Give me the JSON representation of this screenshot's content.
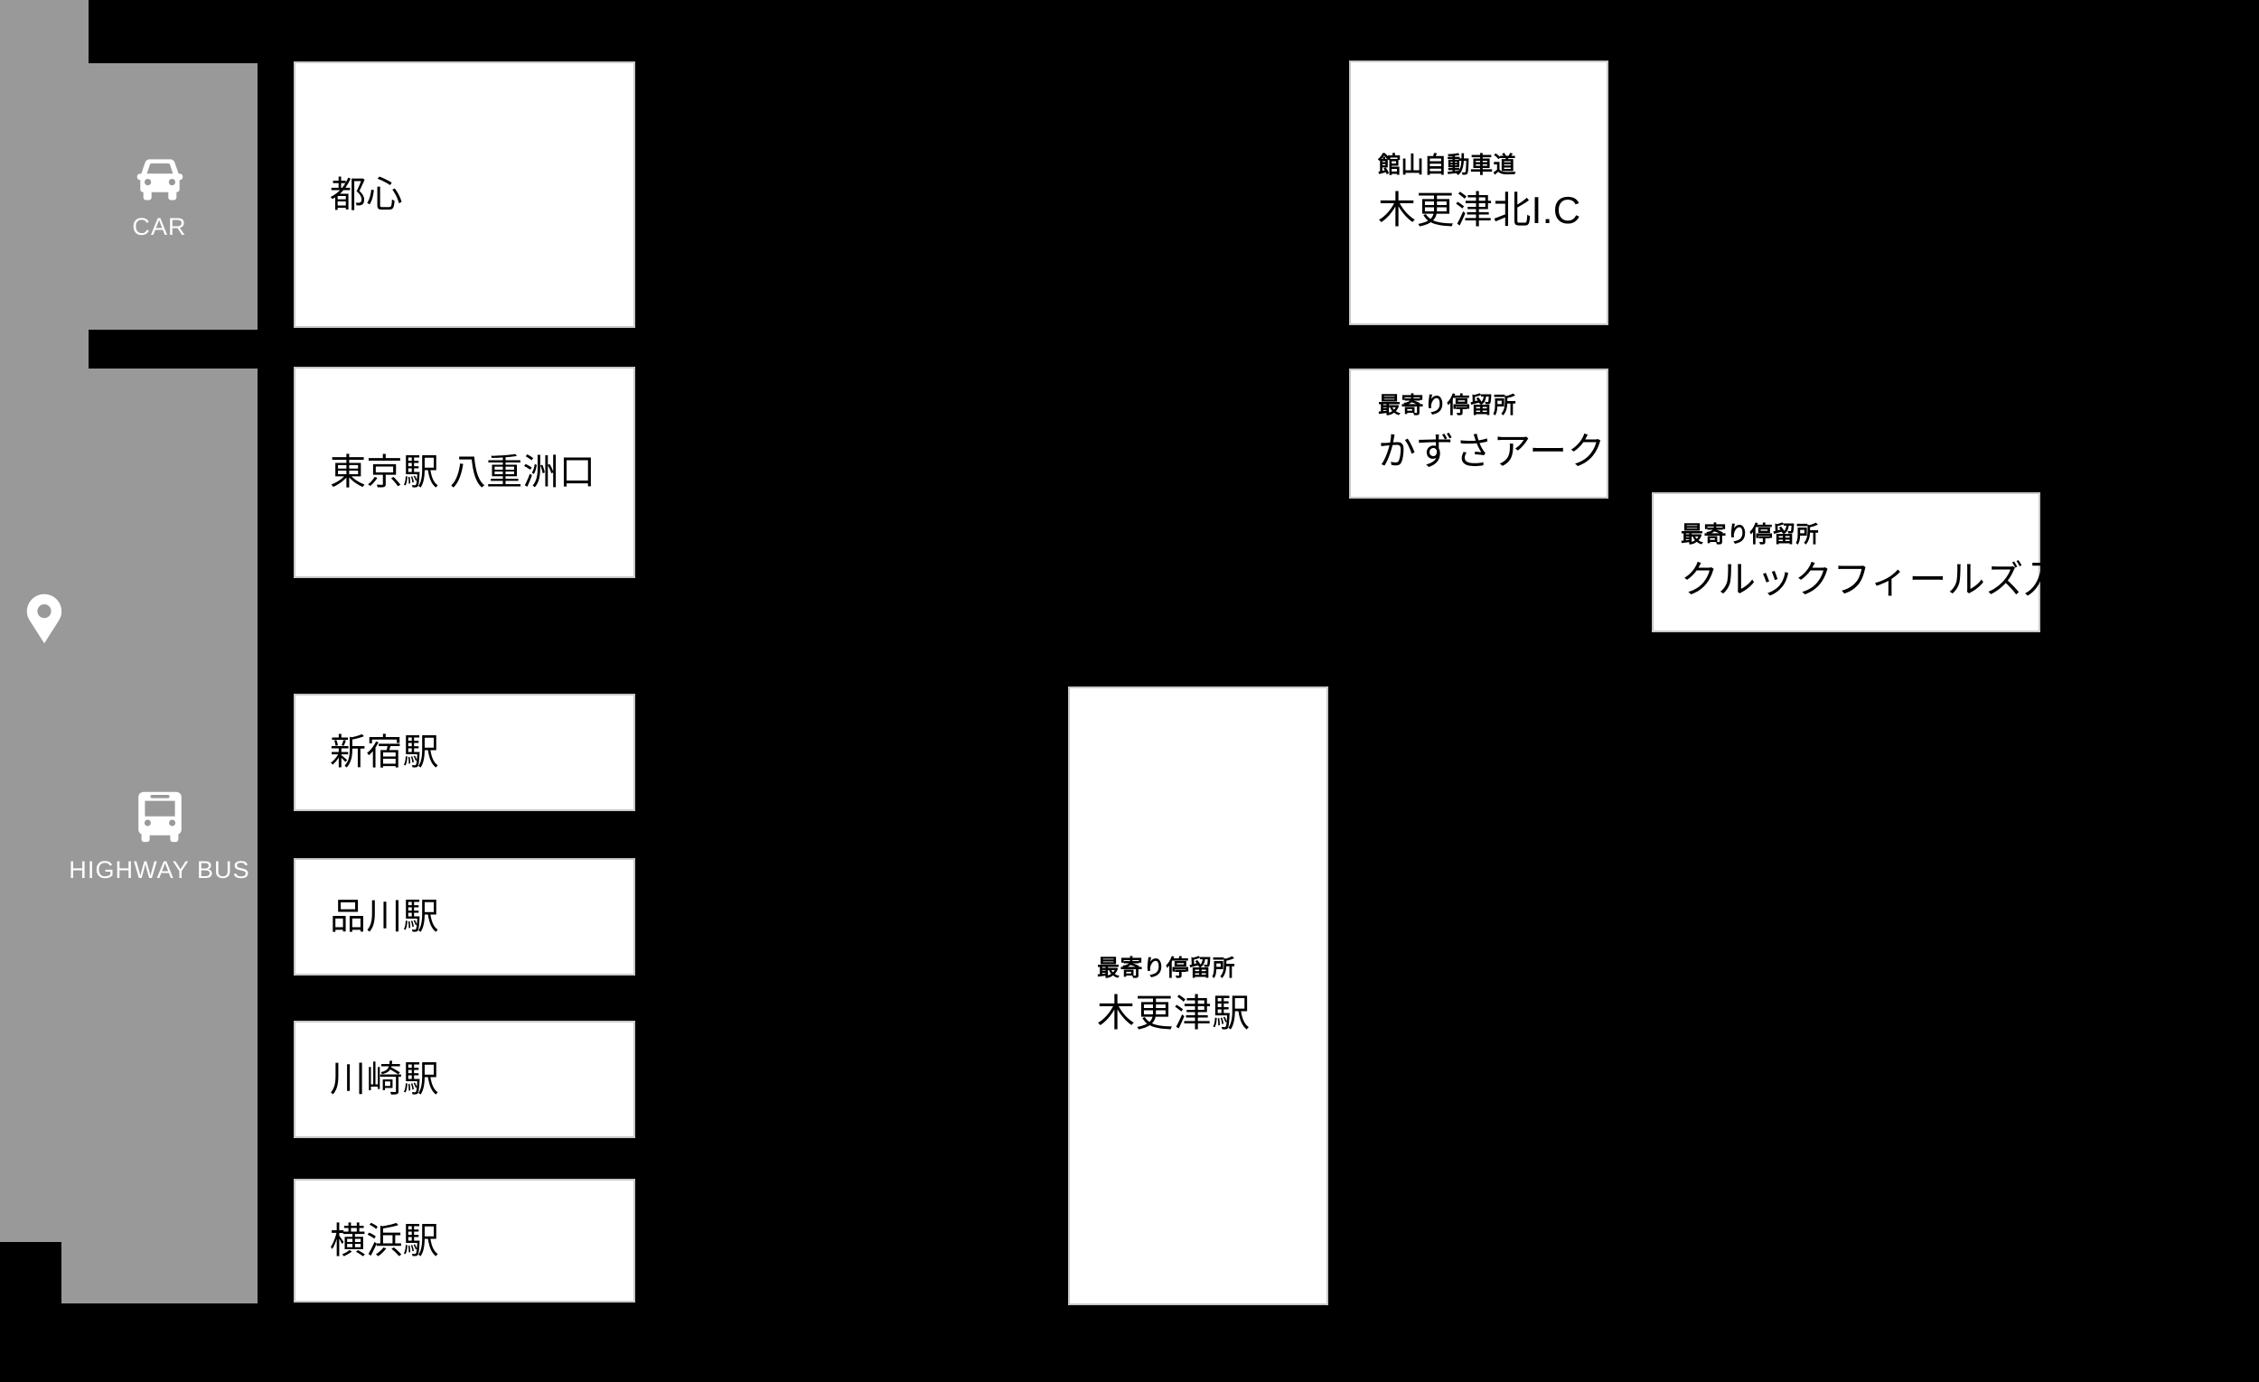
{
  "page": {
    "background_color": "#000000",
    "bar_color": "#999999",
    "box_background": "#ffffff",
    "box_border_color": "#c9c9c9",
    "text_color": "#000000",
    "bar_text_color": "#ffffff"
  },
  "modes": [
    {
      "id": "car",
      "icon": "car-icon",
      "label": "CAR"
    },
    {
      "id": "highway-bus",
      "icon": "bus-icon",
      "label": "HIGHWAY BUS"
    }
  ],
  "destination_bar": {
    "icon": "map-pin-icon"
  },
  "departures": [
    {
      "id": "toshin",
      "title": "都心"
    },
    {
      "id": "tokyo",
      "title": "東京駅 八重洲口"
    },
    {
      "id": "shinjuku",
      "title": "新宿駅"
    },
    {
      "id": "shinagawa",
      "title": "品川駅"
    },
    {
      "id": "kawasaki",
      "title": "川崎駅"
    },
    {
      "id": "yokohama",
      "title": "横浜駅"
    }
  ],
  "waypoints": [
    {
      "id": "kisarazu-kita-ic",
      "sub": "館山自動車道",
      "title": "木更津北I.C"
    },
    {
      "id": "kazusa-ark",
      "sub": "最寄り停留所",
      "title": "かずさアーク"
    },
    {
      "id": "kurkku-fields-iriguchi",
      "sub": "最寄り停留所",
      "title": "クルックフィールズ入口"
    },
    {
      "id": "kisarazu-station",
      "sub": "最寄り停留所",
      "title": "木更津駅"
    }
  ]
}
